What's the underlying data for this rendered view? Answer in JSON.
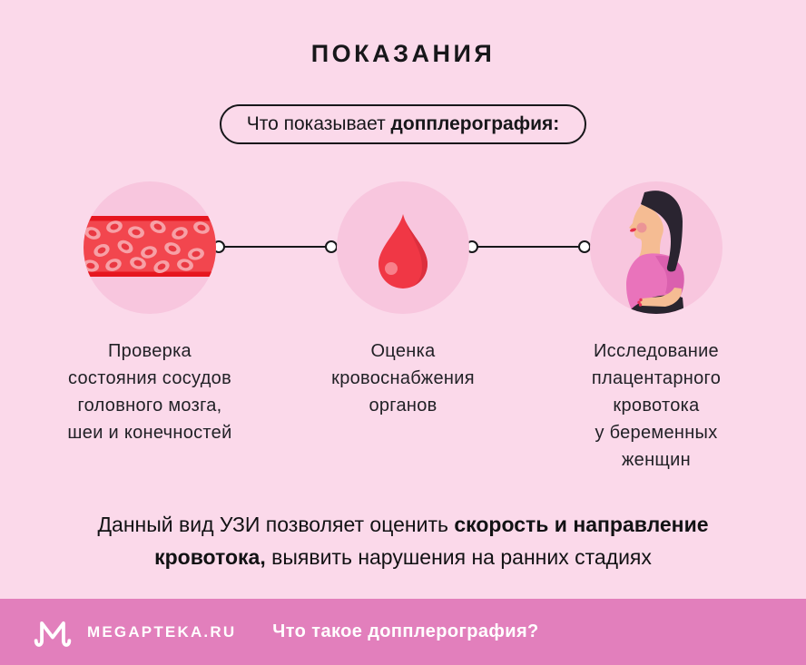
{
  "title": "ПОКАЗАНИЯ",
  "badge": {
    "text_regular": "Что показывает ",
    "text_bold": "допплерография:"
  },
  "indications": [
    {
      "icon": "blood-vessel-icon",
      "caption": "Проверка\nсостояния сосудов\nголовного мозга,\nшеи и конечностей"
    },
    {
      "icon": "blood-drop-icon",
      "caption": "Оценка\nкровоснабжения\nорганов"
    },
    {
      "icon": "pregnant-woman-icon",
      "caption": "Исследование\nплацентарного\nкровотока\nу беременных\nженщин"
    }
  ],
  "summary": {
    "lead": "Данный вид УЗИ позволяет оценить ",
    "highlight": "скорость и направление\nкровотока,",
    "tail": " выявить нарушения на ранних стадиях"
  },
  "footer": {
    "brand": "MEGAPTEKA.RU",
    "topic": "Что такое допплерография?"
  },
  "colors": {
    "background": "#FBD9EA",
    "icon_circle_fill": "#F8C6DE",
    "accent_red": "#F0424B",
    "footer_band": "#E27FBC",
    "text_dark": "#17171A",
    "text_white": "#FFFFFF"
  }
}
